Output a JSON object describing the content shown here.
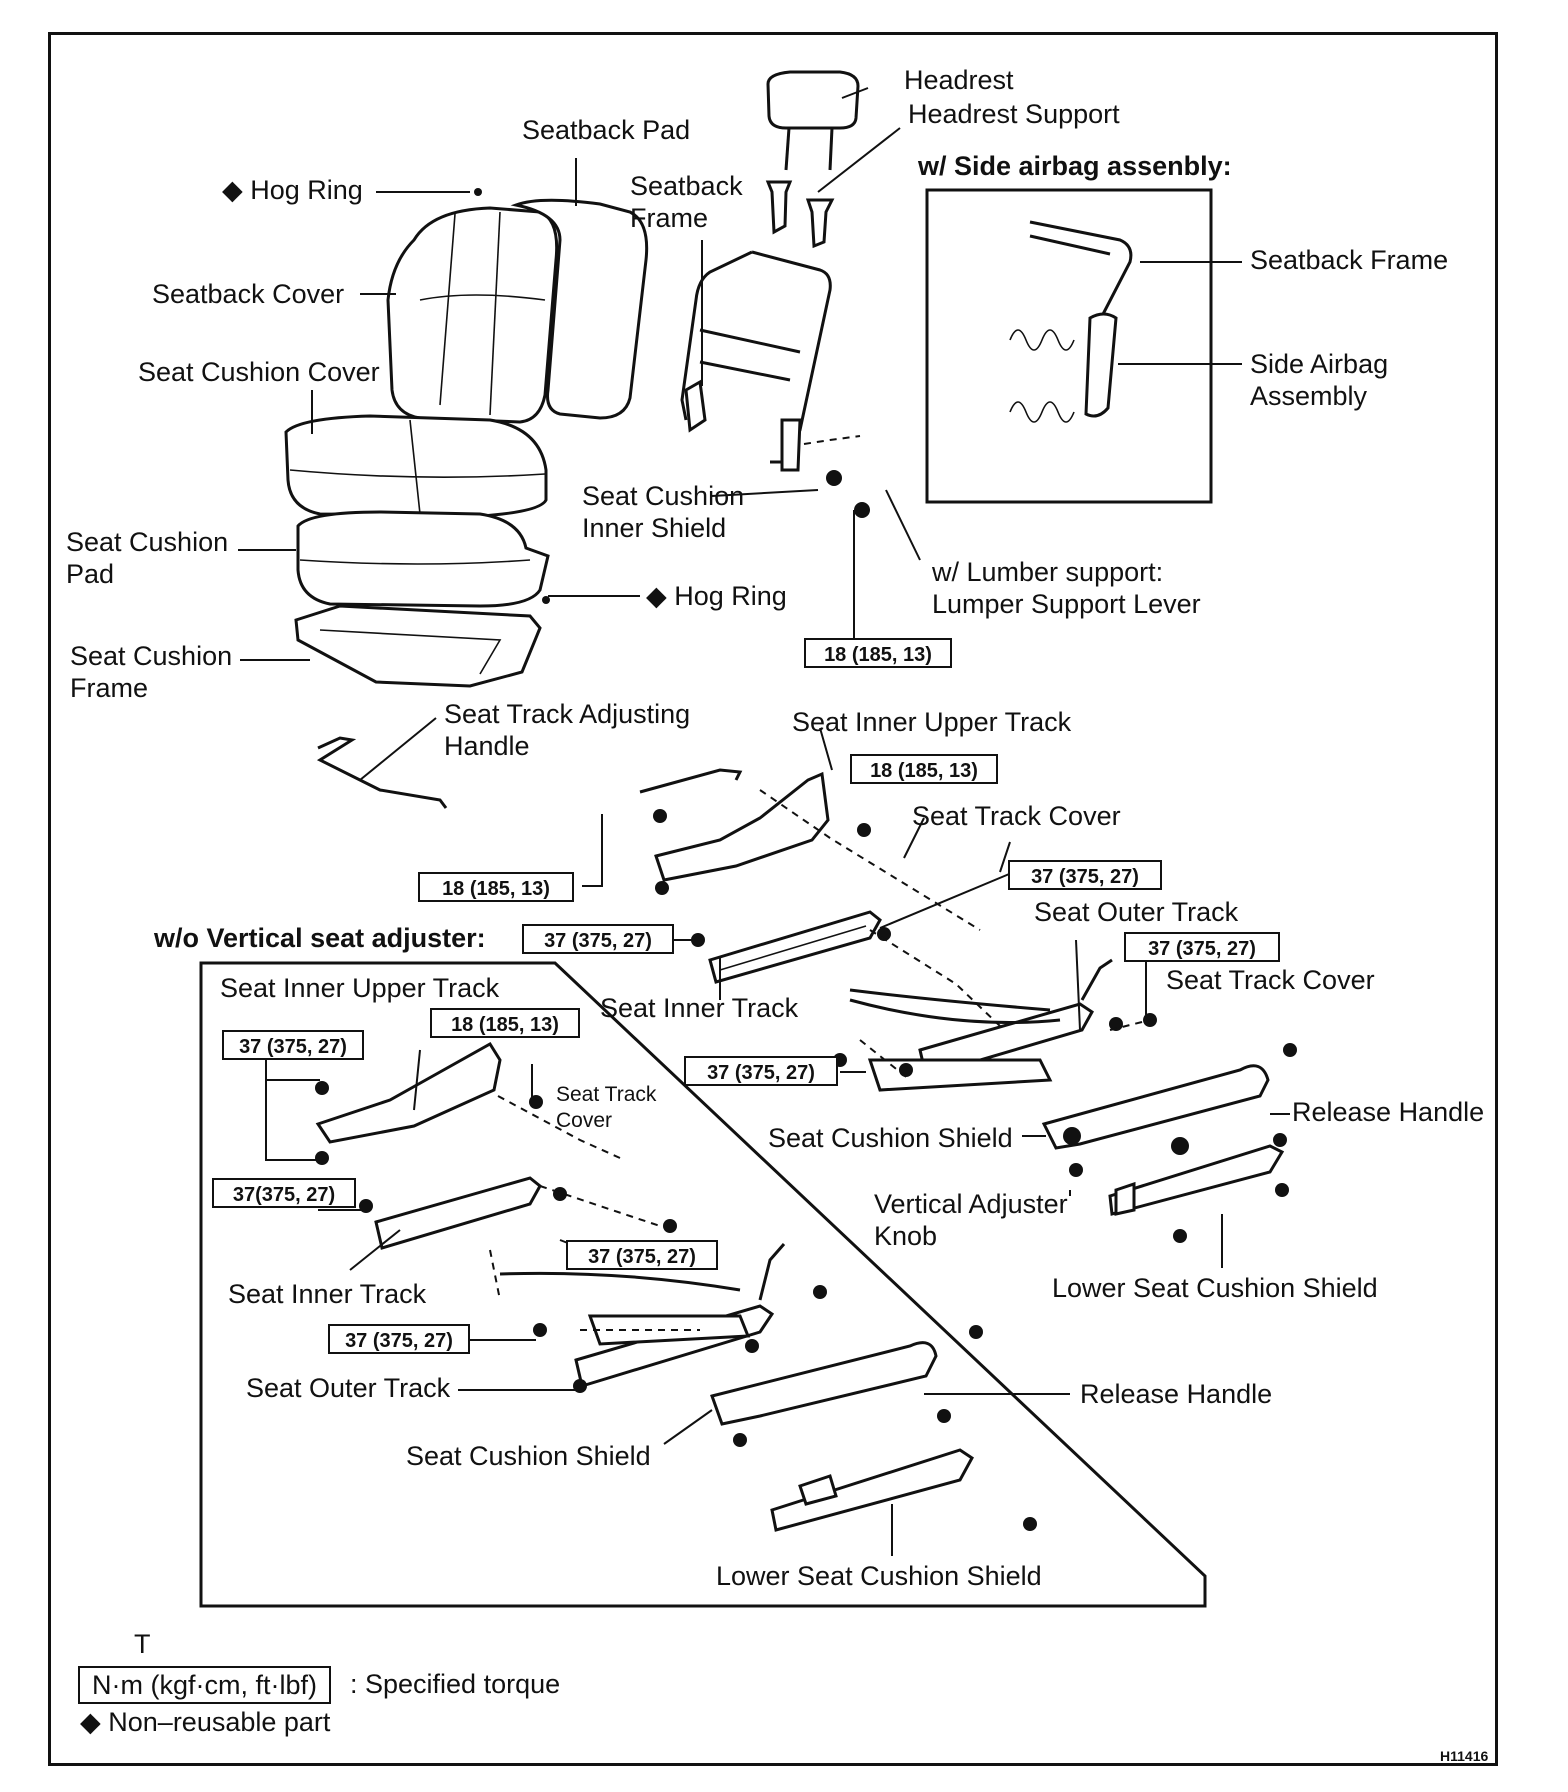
{
  "labels": {
    "headrest": "Headrest",
    "headrest_support": "Headrest Support",
    "seatback_pad": "Seatback Pad",
    "hog_ring_top": "◆ Hog Ring",
    "seatback_frame": "Seatback\nFrame",
    "side_airbag_heading": "w/ Side airbag assenbly:",
    "inset_seatback_frame": "Seatback Frame",
    "side_airbag_assembly": "Side Airbag\nAssembly",
    "seatback_cover": "Seatback Cover",
    "seat_cushion_cover": "Seat Cushion Cover",
    "seat_cushion_inner_shield": "Seat Cushion\nInner Shield",
    "seat_cushion_pad": "Seat Cushion\nPad",
    "lumbar_support": "w/ Lumber support:\nLumper Support Lever",
    "hog_ring_bottom": "◆ Hog Ring",
    "seat_cushion_frame": "Seat Cushion\nFrame",
    "seat_track_adjusting_handle": "Seat Track Adjusting\nHandle",
    "seat_inner_upper_track": "Seat Inner Upper Track",
    "seat_track_cover_1": "Seat Track Cover",
    "seat_outer_track": "Seat Outer Track",
    "wo_vertical_heading": "w/o Vertical seat adjuster:",
    "seat_track_cover_2": "Seat Track Cover",
    "seat_inner_track": "Seat Inner Track",
    "seat_cushion_shield": "Seat Cushion Shield",
    "release_handle": "Release Handle",
    "vertical_adjuster_knob": "Vertical Adjuster\nKnob",
    "lower_seat_cushion_shield": "Lower Seat Cushion Shield",
    "sub_seat_inner_upper_track": "Seat Inner Upper Track",
    "sub_seat_track_cover": "Seat Track\nCover",
    "sub_seat_inner_track": "Seat Inner Track",
    "sub_seat_outer_track": "Seat Outer Track",
    "sub_release_handle": "Release Handle",
    "sub_seat_cushion_shield": "Seat Cushion Shield",
    "sub_lower_seat_cushion_shield": "Lower Seat Cushion Shield",
    "stray_t": "T"
  },
  "torque": {
    "t1": "18 (185, 13)",
    "t2": "18 (185, 13)",
    "t3": "18 (185, 13)",
    "t4": "37 (375, 27)",
    "t5": "37 (375, 27)",
    "t6": "37 (375, 27)",
    "t7": "37 (375, 27)",
    "s1": "18 (185, 13)",
    "s2": "37 (375, 27)",
    "s3": "37(375, 27)",
    "s4": "37 (375, 27)",
    "s5": "37 (375, 27)"
  },
  "legend": {
    "unit": "N·m (kgf·cm, ft·lbf)",
    "specified_torque": ": Specified torque",
    "non_reusable": "◆ Non–reusable part"
  },
  "figure_code": "H11416"
}
